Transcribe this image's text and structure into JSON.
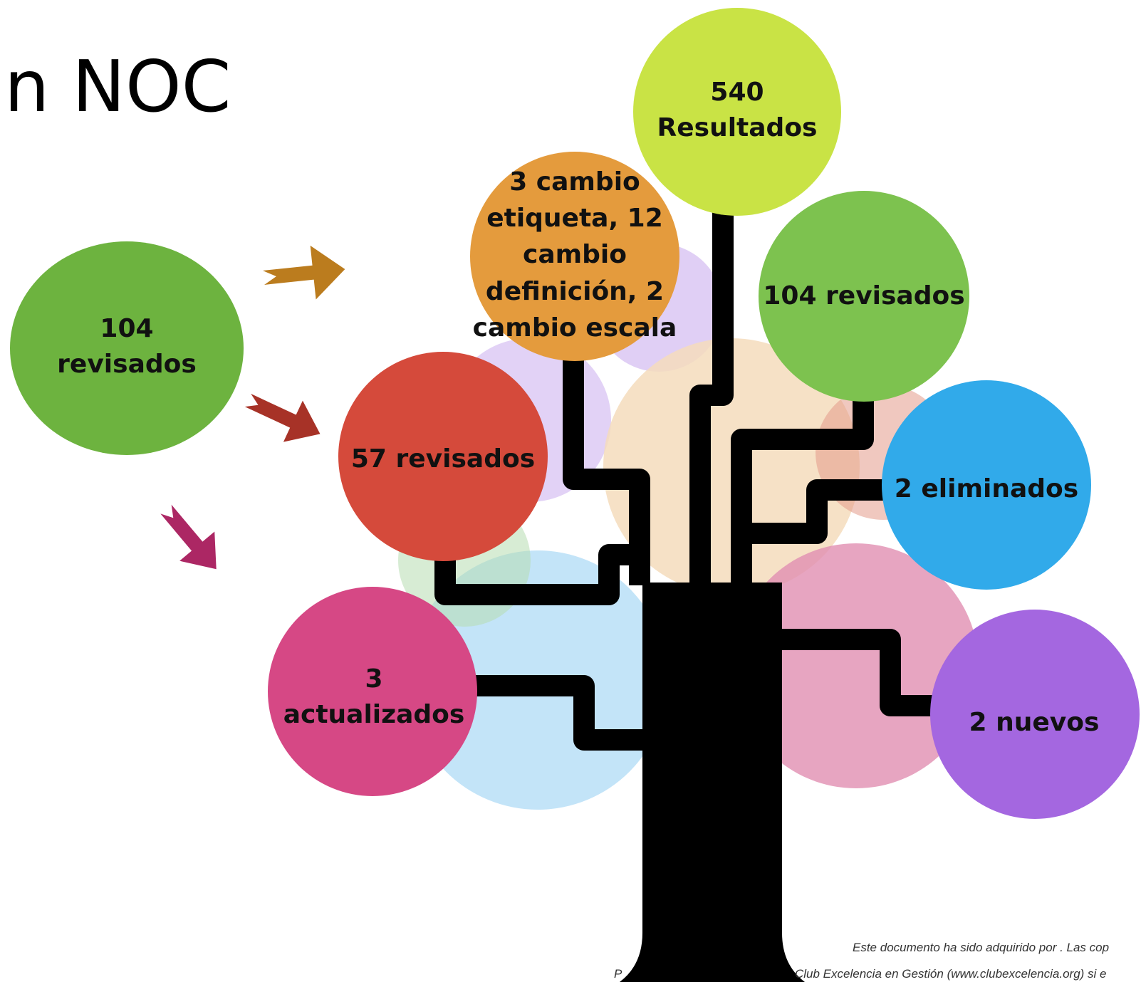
{
  "title": "n NOC",
  "nodes": {
    "top": "540\nResultados",
    "left_source": "104\nrevisados",
    "orange": "3 cambio\netiqueta, 12\ncambio\ndefinición, 2\ncambio escala",
    "green_right": "104 revisados",
    "red": "57 revisados",
    "blue": "2 eliminados",
    "pink": "3 actualizados",
    "purple": "2  nuevos"
  },
  "footer": {
    "line1": "Este documento ha sido adquirido por   . Las cop",
    "line2_left": "P",
    "line2_right": "Club Excelencia en Gestión (www.clubexcelencia.org) si e"
  },
  "colors": {
    "top": "#c9e345",
    "left_source": "#6db33f",
    "orange": "#e49b3d",
    "green_right": "#7dc24f",
    "red": "#d54a3b",
    "blue": "#31aaea",
    "pink": "#d64885",
    "purple": "#a467e0",
    "arrow_orange": "#bb7c1e",
    "arrow_red": "#a73227",
    "arrow_pink": "#ac2764"
  }
}
